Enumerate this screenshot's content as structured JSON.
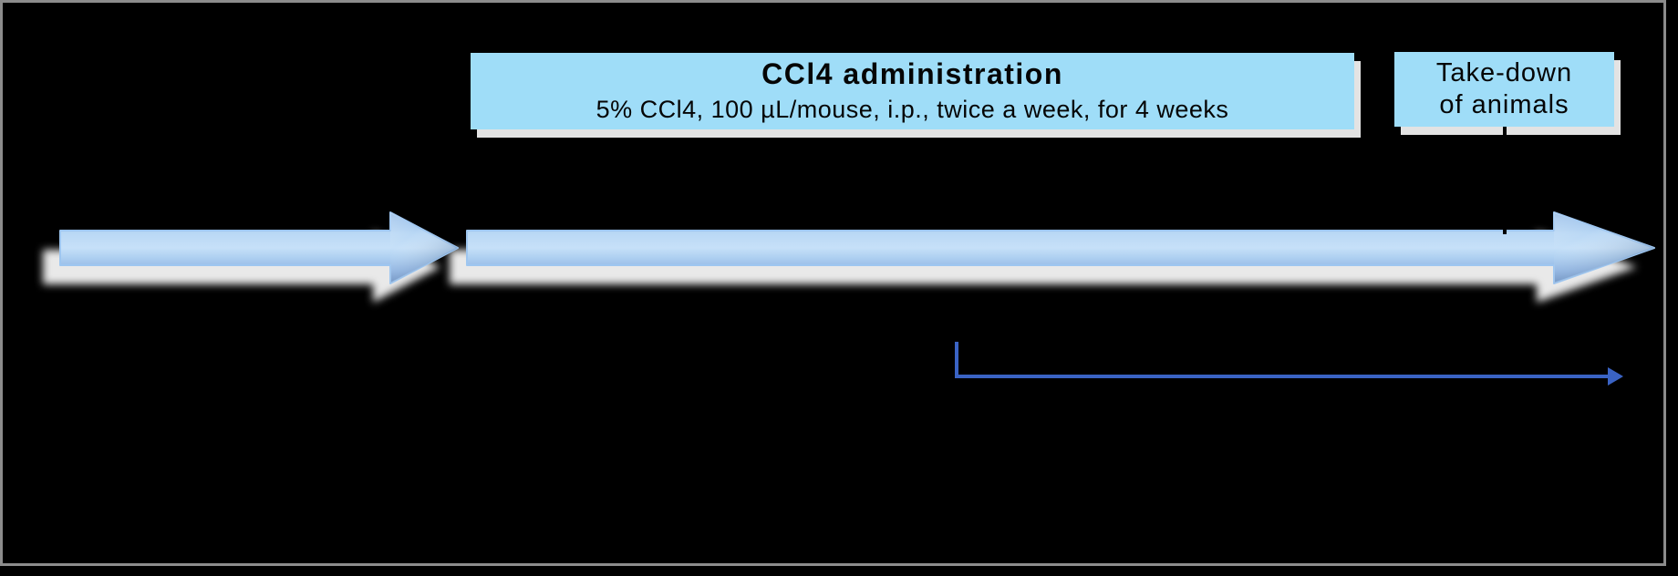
{
  "slide": {
    "background_color": "#000000",
    "frame_color": "#8C8C8C"
  },
  "cci4_box": {
    "title": "CCl4 administration",
    "subtitle": "5% CCl4, 100 µL/mouse, i.p., twice a week, for 4 weeks",
    "fill_color": "#9FDDF8",
    "text_color": "#000000",
    "shadow_color": "#E3E3E3"
  },
  "takedown_box": {
    "line1": "Take-down",
    "line2": "of animals",
    "fill_color": "#9FDDF8",
    "text_color": "#000000",
    "shadow_color": "#E3E3E3"
  },
  "timeline": {
    "arrow_fill_light": "#C6E0F8",
    "arrow_fill_dark": "#6B92C6",
    "arrow_edge_color": "#9EC6F0",
    "arrow_shadow_color": "#E9E9E9",
    "sub_arrow_color": "#3A63C4"
  }
}
